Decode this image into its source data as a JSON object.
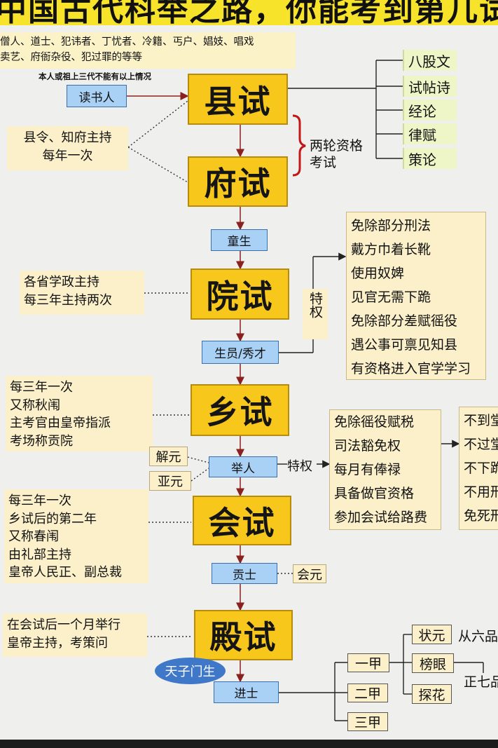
{
  "banner": {
    "title": "中国古代科举之路，你能考到第几试？"
  },
  "exclusions": "僧人、道士、犯讳者、丁忧者、冷籍、丐户、娼妓、唱戏\n卖艺、府衙杂役、犯过罪的等等",
  "scholar_note": "本人或祖上三代不能有以上情况",
  "titles": {
    "scholar": "读书人",
    "tongsheng": "童生",
    "shengyuan": "生员/秀才",
    "juren": "举人",
    "gongshi": "贡士",
    "jinshi": "进士"
  },
  "exams": {
    "county": "县试",
    "prefecture": "府试",
    "academy": "院试",
    "provincial": "乡试",
    "metropolitan": "会试",
    "palace": "殿试"
  },
  "curriculum": [
    "八股文",
    "试帖诗",
    "经论",
    "律赋",
    "策论"
  ],
  "two_rounds": "两轮资格\n考试",
  "notes": {
    "county": "县令、知府主持\n每年一次",
    "academy": "各省学政主持\n每三年主持两次",
    "provincial": "每三年一次\n又称秋闱\n主考官由皇帝指派\n考场称贡院",
    "metropolitan": "每三年一次\n乡试后的第二年\n又称春闱\n由礼部主持\n皇帝人民正、副总裁",
    "palace": "在会试后一个月举行\n皇帝主持，考策问"
  },
  "privilege_label": "特权",
  "privileges_shengyuan": [
    "免除部分刑法",
    "戴方巾着长靴",
    "使用奴婢",
    "见官无需下跪",
    "免除部分差赋徭役",
    "遇公事可禀见知县",
    "有资格进入官学学习"
  ],
  "privileges_juren": [
    "免除徭役赋税",
    "司法豁免权",
    "每月有俸禄",
    "具备做官资格",
    "参加会试给路费"
  ],
  "privileges_juren_extra": [
    "不到堂",
    "不过堂",
    "不下跪",
    "不用刑",
    "免死刑"
  ],
  "juren_honors": [
    "解元",
    "亚元"
  ],
  "gongshi_honor": "会元",
  "tianzi_badge": "天子门生",
  "ranks": [
    "一甲",
    "二甲",
    "三甲"
  ],
  "top_three": [
    "状元",
    "榜眼",
    "探花"
  ],
  "official_grades": [
    "从六品",
    "正七品"
  ],
  "colors": {
    "banner": "#f7e32a",
    "exam_box": "#f7c71c",
    "title_box": "#a9d1f5",
    "note_box": "#fbf0c9",
    "arrow": "#8a2020",
    "bracket": "#c01818",
    "badge": "#3f78c8"
  }
}
